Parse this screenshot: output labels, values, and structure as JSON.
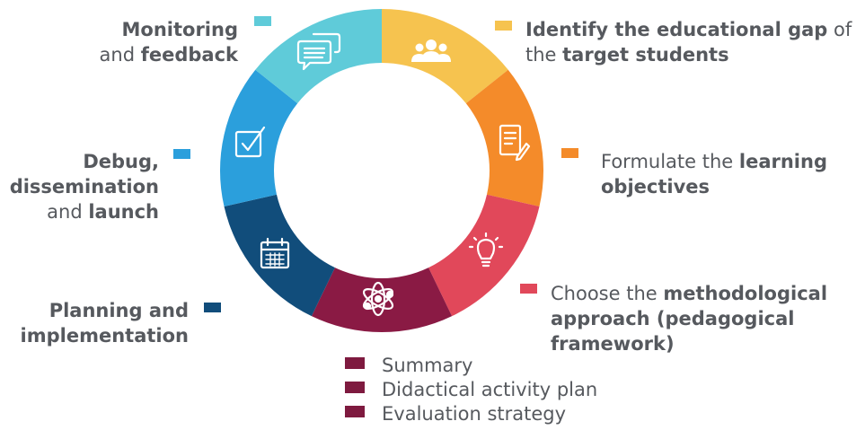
{
  "segments": [
    {
      "id": "identify",
      "color": "#f6c34f",
      "icon": "people-icon",
      "legend_color": "#f6c34f"
    },
    {
      "id": "formulate",
      "color": "#f48b2a",
      "icon": "document-pencil-icon",
      "legend_color": "#f48b2a"
    },
    {
      "id": "methodology",
      "color": "#e1485a",
      "icon": "lightbulb-icon",
      "legend_color": "#e1485a"
    },
    {
      "id": "design",
      "color": "#8a1a44",
      "icon": "atom-icon",
      "legend_color": "#7e1a3f"
    },
    {
      "id": "planning",
      "color": "#114d7b",
      "icon": "calendar-icon",
      "legend_color": "#114d7b"
    },
    {
      "id": "debug",
      "color": "#2b9fdc",
      "icon": "checkbox-icon",
      "legend_color": "#2b9fdc"
    },
    {
      "id": "monitoring",
      "color": "#5fcbd9",
      "icon": "chat-bubbles-icon",
      "legend_color": "#5fcbd9"
    }
  ],
  "labels": {
    "identify": {
      "p1": "Identify the educational gap",
      "p2": " of",
      "p3": "the ",
      "p4": "target students"
    },
    "formulate": {
      "p1": "Formulate the ",
      "p2": "learning",
      "p3": "objectives"
    },
    "methodology": {
      "p1": "Choose the ",
      "p2": "methodological",
      "p3": "approach (pedagogical",
      "p4": "framework)"
    },
    "planning": {
      "p1": "Planning and",
      "p2": "implementation"
    },
    "debug": {
      "p1": "Debug,",
      "p2": "dissemination",
      "p3": "and ",
      "p4": "launch"
    },
    "monitoring": {
      "p1": "Monitoring",
      "p2": "and ",
      "p3": "feedback"
    }
  },
  "design_items": [
    "Summary",
    "Didactical activity plan",
    "Evaluation strategy"
  ]
}
